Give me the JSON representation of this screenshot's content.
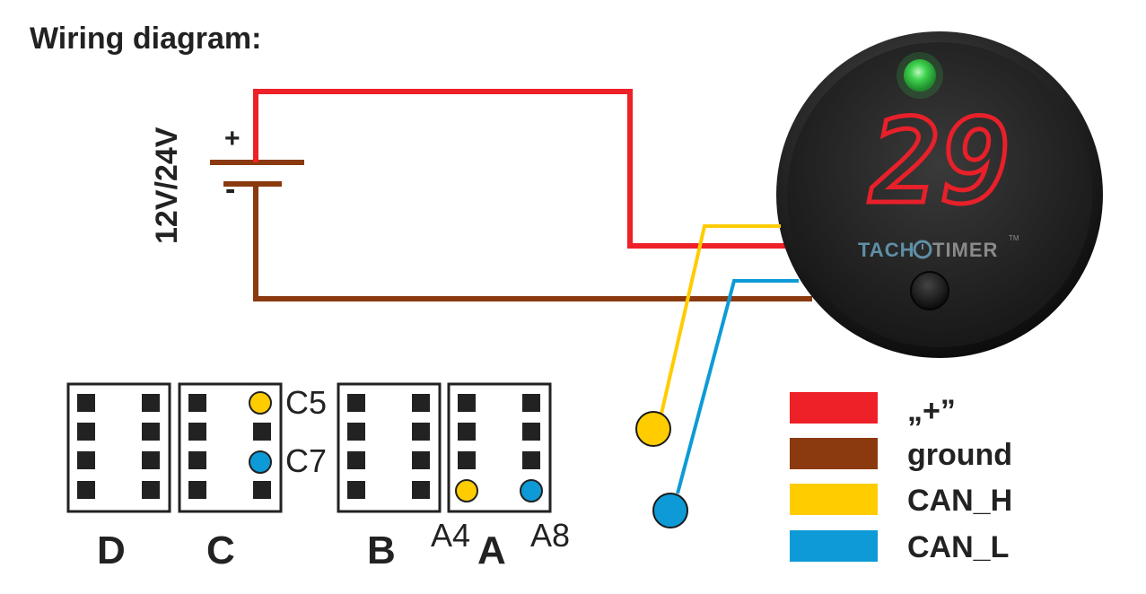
{
  "title": "Wiring diagram:",
  "power": {
    "voltage_label": "12V/24V",
    "plus_label": "+",
    "minus_label": "-"
  },
  "device": {
    "display_value": "29",
    "brand_left": "TACH",
    "brand_right": "TIMER",
    "trademark": "TM",
    "led_color": "#3fd34f",
    "digit_color": "#e8202a"
  },
  "wires": {
    "red": "#ee2028",
    "brown": "#8b3a0f",
    "yellow": "#ffcc00",
    "blue": "#0d9ad6"
  },
  "connectors": [
    {
      "id": "D",
      "label": "D"
    },
    {
      "id": "C",
      "label": "C",
      "pins": [
        "C5",
        "C7"
      ]
    },
    {
      "id": "B",
      "label": "B"
    },
    {
      "id": "A",
      "label": "A",
      "pins": [
        "A4",
        "A8"
      ]
    }
  ],
  "legend": [
    {
      "label": "„+”",
      "color": "#ee2028"
    },
    {
      "label": "ground",
      "color": "#8b3a0f"
    },
    {
      "label": "CAN_H",
      "color": "#ffcc00"
    },
    {
      "label": "CAN_L",
      "color": "#0d9ad6"
    }
  ]
}
